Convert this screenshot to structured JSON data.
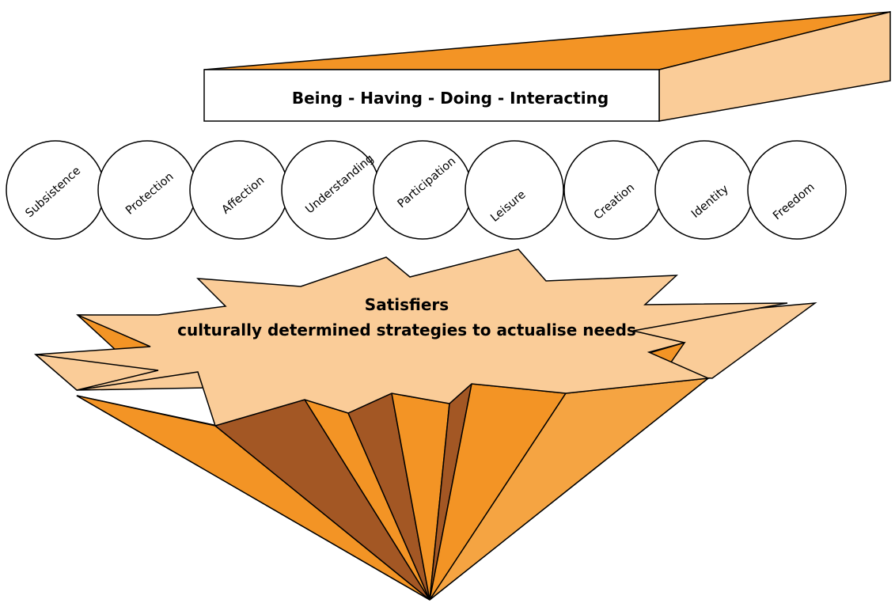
{
  "colors": {
    "orange": "#F39425",
    "light_orange": "#FACC98",
    "mid_orange": "#F5A442",
    "brown": "#A35724",
    "outline": "#000000",
    "white": "#FFFFFF"
  },
  "top_box": {
    "label": "Being - Having - Doing - Interacting"
  },
  "needs": [
    {
      "label": "Subsistence"
    },
    {
      "label": "Protection"
    },
    {
      "label": "Affection"
    },
    {
      "label": "Understanding"
    },
    {
      "label": "Participation"
    },
    {
      "label": "Leisure"
    },
    {
      "label": "Creation"
    },
    {
      "label": "Identity"
    },
    {
      "label": "Freedom"
    }
  ],
  "satisfiers": {
    "title": "Satisfiers",
    "subtitle": "culturally determined strategies to actualise needs"
  }
}
